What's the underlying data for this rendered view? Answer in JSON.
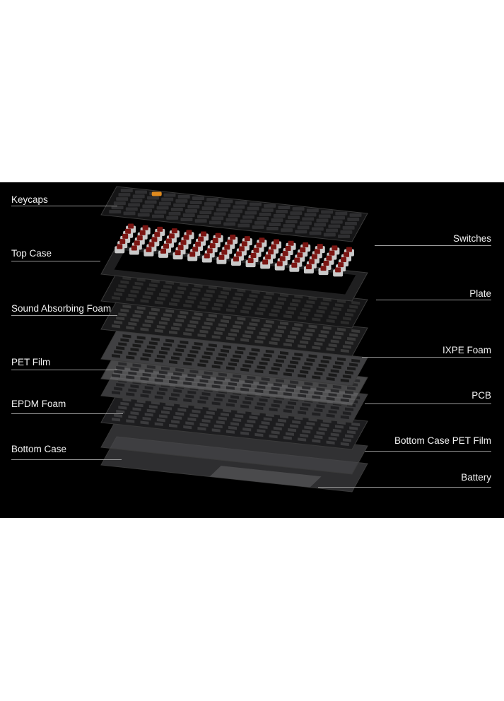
{
  "diagram": {
    "left_labels": [
      "Keycaps",
      "Top Case",
      "Sound Absorbing Foam",
      "PET Film",
      "EPDM Foam",
      "Bottom Case"
    ],
    "right_labels": [
      "Switches",
      "Plate",
      "IXPE Foam",
      "PCB",
      "Bottom Case PET Film",
      "Battery"
    ],
    "colors": {
      "background": "#000000",
      "switch_stem": "#7a1512",
      "accent_key": "#e08a1e",
      "label_text": "#f2f2f2",
      "leader_line": "#9a9a9a"
    }
  }
}
